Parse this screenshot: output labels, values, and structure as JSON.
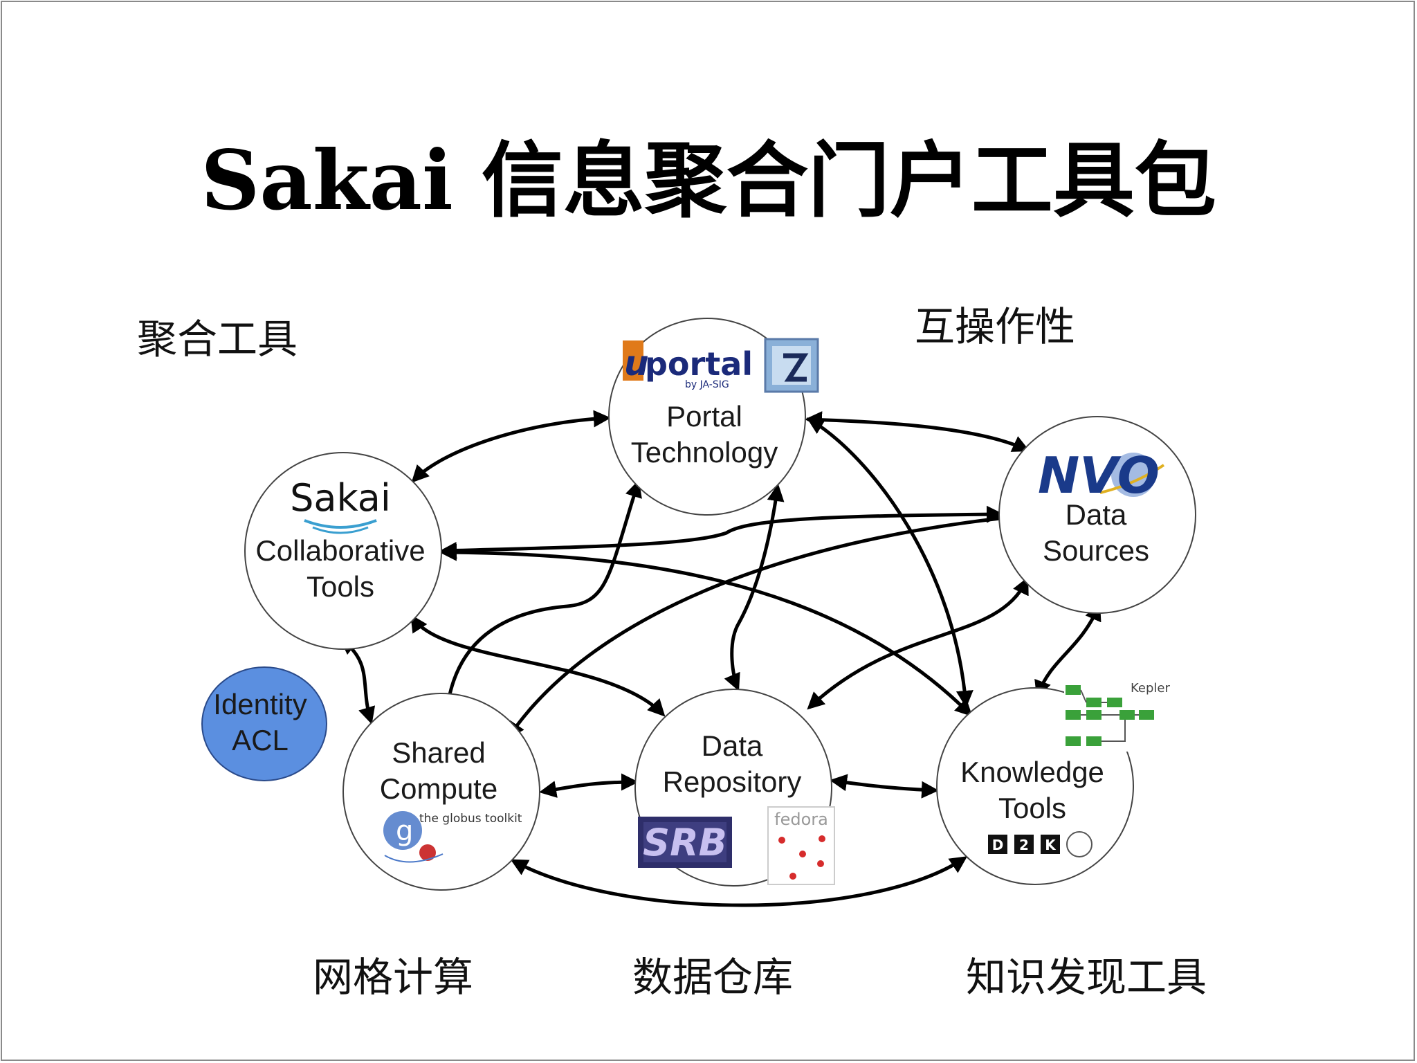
{
  "title": "Sakai 信息聚合门户工具包",
  "section_labels": {
    "aggregation_tools": "聚合工具",
    "interoperability": "互操作性",
    "grid_computing": "网格计算",
    "data_warehouse": "数据仓库",
    "knowledge_discovery": "知识发现工具"
  },
  "nodes": {
    "portal": {
      "line1": "Portal",
      "line2": "Technology",
      "logo_text": "portal",
      "logo_initial": "u",
      "logo_sub": "by JA-SIG"
    },
    "sakai": {
      "line1": "Collaborative",
      "line2": "Tools",
      "logo_text": "Sakai"
    },
    "data_sources": {
      "line1": "Data",
      "line2": "Sources",
      "logo_text": "NVO"
    },
    "shared_compute": {
      "line1": "Shared",
      "line2": "Compute",
      "logo_text": "the globus toolkit",
      "logo_initial": "g"
    },
    "data_repository": {
      "line1": "Data",
      "line2": "Repository",
      "logo_text": "SRB",
      "logo_text_2": "fedora"
    },
    "knowledge_tools": {
      "line1": "Knowledge",
      "line2": "Tools",
      "logo_text": "Kepler",
      "d2k": [
        "D",
        "2",
        "K"
      ]
    },
    "identity": {
      "line1": "Identity",
      "line2": "ACL"
    }
  },
  "colors": {
    "identity_fill": "#5b8fe0",
    "uportal_orange": "#e07a1a",
    "uportal_blue": "#1b2a7a",
    "nvo_blue": "#1a3a8a",
    "kepler_green": "#3aa13a",
    "globus_blue": "#4a78c8",
    "globus_red": "#cc3333",
    "fedora_red": "#d62c2c",
    "srb_purple": "#3a3a7a"
  }
}
